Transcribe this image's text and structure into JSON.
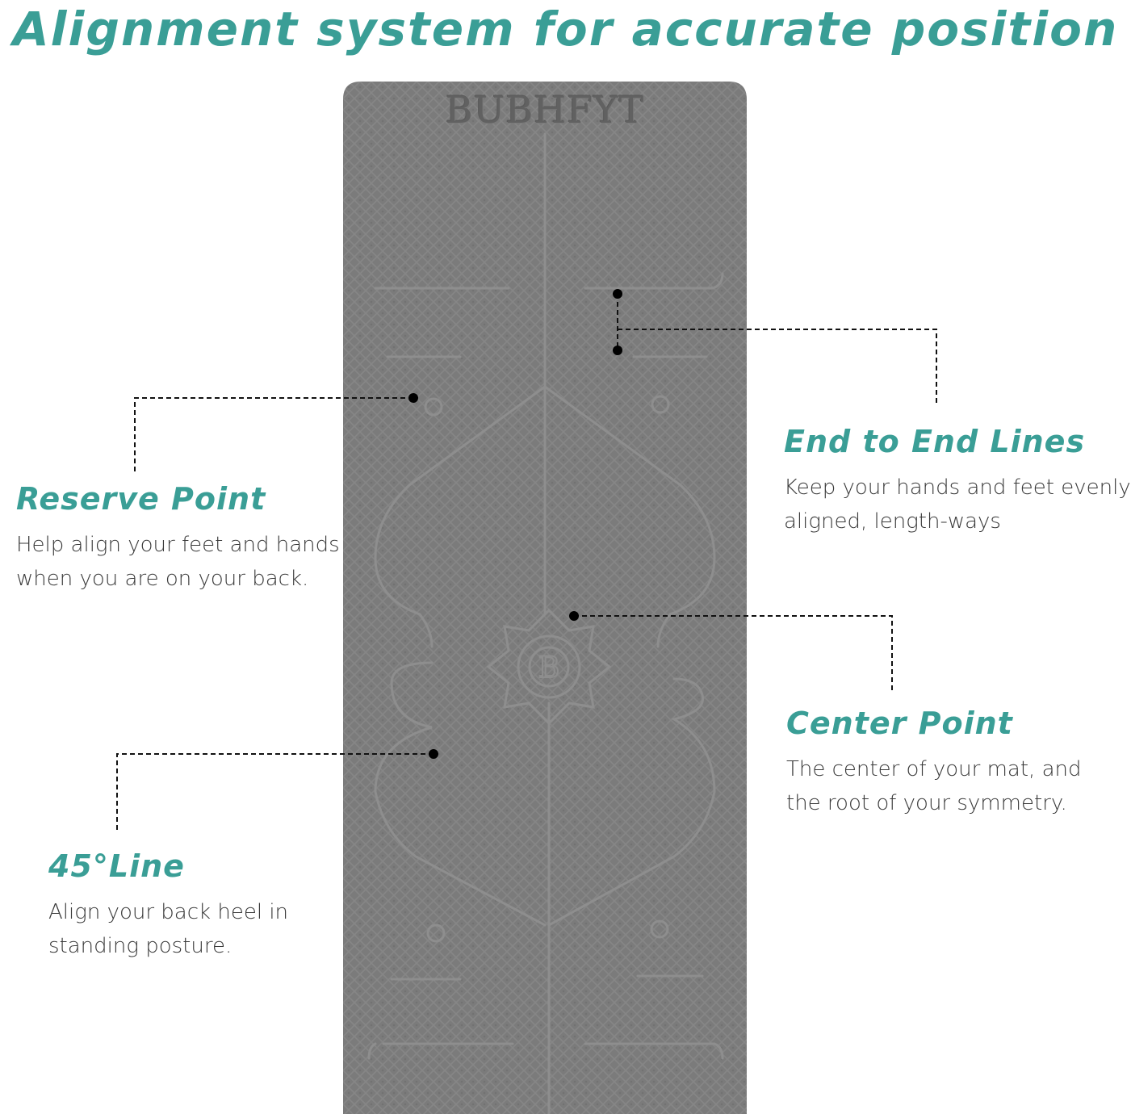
{
  "title": "Alignment system for accurate position",
  "mat": {
    "brand": "BUBHFYT",
    "color": "#7a7a7a"
  },
  "accent_color": "#3a9e96",
  "callouts": {
    "reserve_point": {
      "heading": "Reserve Point",
      "lines": [
        "Help align your feet and hands",
        "when you are on your back."
      ]
    },
    "end_to_end": {
      "heading": "End to End Lines",
      "lines": [
        "Keep your hands and feet evenly",
        "aligned, length-ways"
      ]
    },
    "center_point": {
      "heading": "Center Point",
      "lines": [
        "The center of your mat, and",
        "the root of your symmetry."
      ]
    },
    "line_45": {
      "heading": "45°Line",
      "lines": [
        "Align your back heel in",
        "standing posture."
      ]
    }
  }
}
